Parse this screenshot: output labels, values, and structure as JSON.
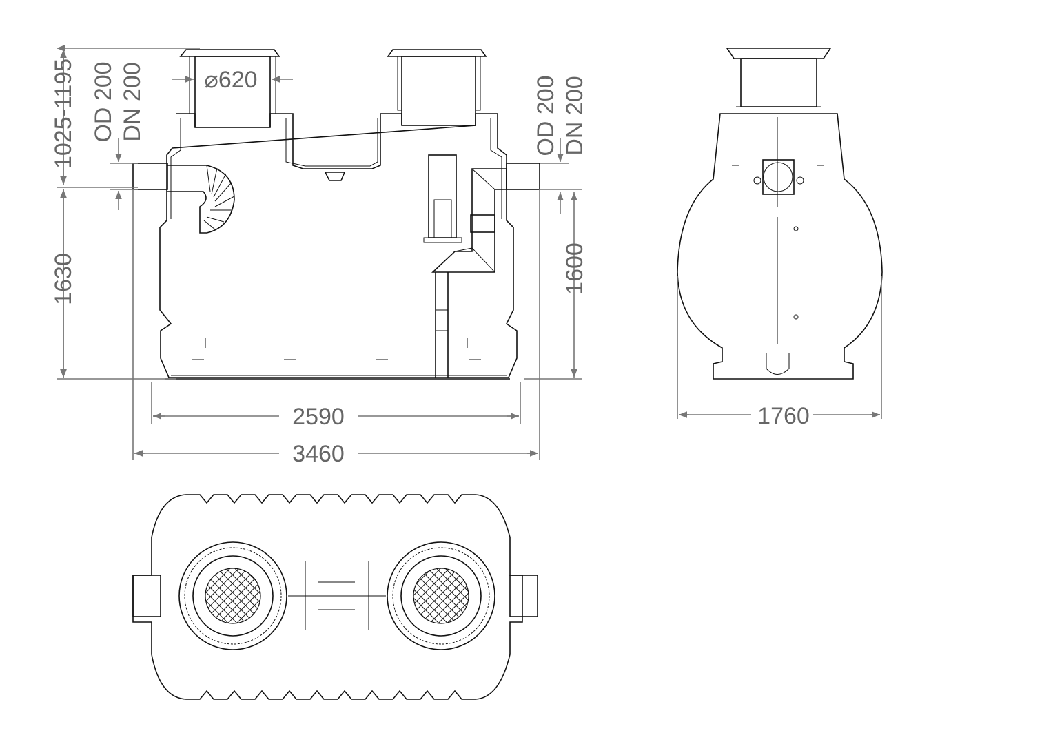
{
  "drawing": {
    "front_view": {
      "dim_height_riser": "1025-1195",
      "dim_inlet_od": "OD 200",
      "dim_inlet_dn": "DN 200",
      "dim_riser_diameter": "⌀620",
      "dim_height_inlet": "1630",
      "dim_outlet_od": "OD 200",
      "dim_outlet_dn": "DN 200",
      "dim_height_outlet": "1600",
      "dim_body_length": "2590",
      "dim_total_length": "3460"
    },
    "side_view": {
      "dim_width": "1760"
    }
  },
  "colors": {
    "line": "#111111",
    "dimension": "#777777"
  }
}
